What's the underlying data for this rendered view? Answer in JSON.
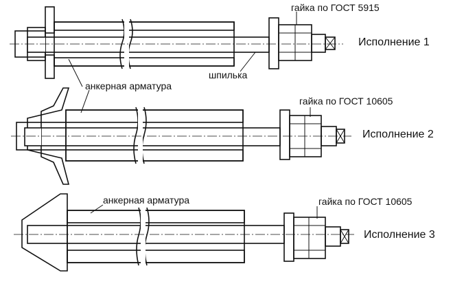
{
  "labels": {
    "nut_5915": "гайка по ГОСТ 5915",
    "variant_1": "Исполнение 1",
    "stud": "шпилька",
    "anchor_1": "анкерная арматура",
    "nut_10605_2": "гайка по ГОСТ 10605",
    "variant_2": "Исполнение 2",
    "anchor_3": "анкерная арматура",
    "nut_10605_3": "гайка по ГОСТ 10605",
    "variant_3": "Исполнение 3"
  },
  "colors": {
    "ink": "#111111",
    "paper": "#ffffff"
  }
}
